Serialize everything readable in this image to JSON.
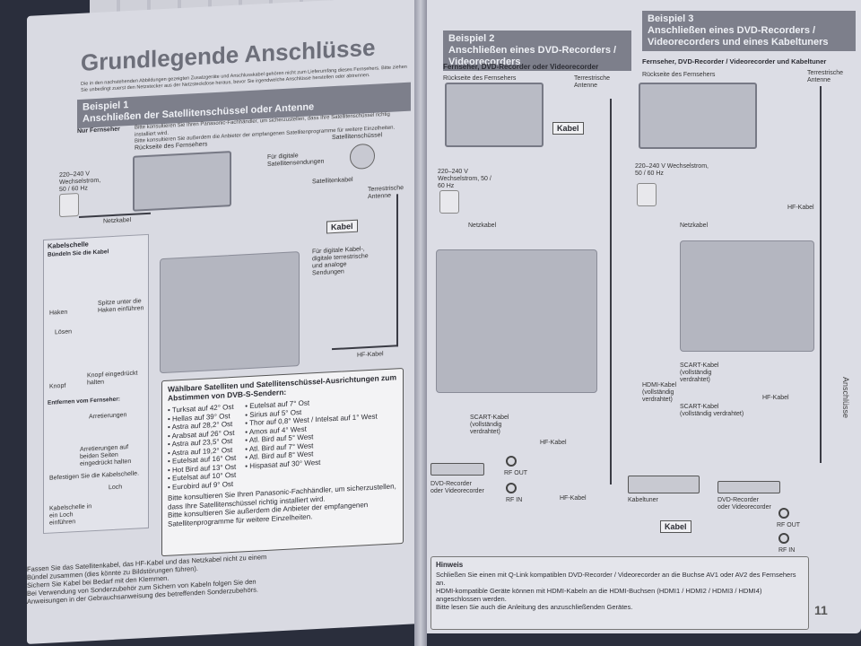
{
  "left_page": {
    "title": "Grundlegende Anschlüsse",
    "intro": "Die in den nachstehenden Abbildungen gezeigten Zusatzgeräte und Anschlusskabel gehören nicht zum Lieferumfang dieses Fernsehers. Bitte ziehen Sie unbedingt zuerst den Netzstecker aus der Netzsteckdose heraus, bevor Sie irgendwelche Anschlüsse herstellen oder abtrennen.",
    "example1": {
      "header_line1": "Beispiel 1",
      "header_line2": "Anschließen der Satellitenschüssel oder Antenne",
      "only_tv": "Nur Fernseher",
      "bullets": [
        "Bitte konsultieren Sie Ihren Panasonic-Fachhändler, um sicherzustellen, dass Ihre Satellitenschüssel richtig installiert wird.",
        "Bitte konsultieren Sie außerdem die Anbieter der empfangenen Satellitenprogramme für weitere Einzelheiten."
      ],
      "tv_back_label": "Rückseite des Fernsehers",
      "power_label": "220–240 V Wechselstrom, 50 / 60 Hz",
      "netzkabel": "Netzkabel",
      "satellite_dish": "Satellitenschüssel",
      "sat_note": "Für digitale Satellitensendungen",
      "satellite_cable": "Satellitenkabel",
      "terrestrial_antenna": "Terrestrische Antenne",
      "cable_box": "Kabel",
      "cable_note": "Für digitale Kabel-, digitale terrestrische und analoge Sendungen",
      "hf_cable": "HF-Kabel"
    },
    "cable_clamp": {
      "header": "Kabelschelle",
      "bundle": "Bündeln Sie die Kabel",
      "hook": "Haken",
      "tip": "Spitze unter die Haken einführen",
      "release": "Lösen",
      "knob": "Knopf",
      "knob_pressed": "Knopf eingedrückt halten",
      "remove_header": "Entfernen vom Fernseher:",
      "latches": "Arretierungen",
      "latches_pressed": "Arretierungen auf beiden Seiten eingedrückt halten",
      "fasten": "Befestigen Sie die Kabelschelle.",
      "hole": "Loch",
      "insert": "Kabelschelle in ein Loch einführen"
    },
    "satellites": {
      "heading": "Wählbare Satelliten und Satellitenschüssel-Ausrichtungen zum Abstimmen von DVB-S-Sendern:",
      "col1": [
        "Turksat auf 42° Ost",
        "Hellas auf 39° Ost",
        "Astra auf 28,2° Ost",
        "Arabsat auf 26° Ost",
        "Astra auf 23,5° Ost",
        "Astra auf 19,2° Ost",
        "Eutelsat auf 16° Ost",
        "Hot Bird auf 13° Ost",
        "Eutelsat auf 10° Ost",
        "Eurobird auf 9° Ost"
      ],
      "col2": [
        "Eutelsat auf 7° Ost",
        "Sirius auf 5° Ost",
        "Thor auf 0,8° West / Intelsat auf 1° West",
        "Amos auf 4° West",
        "Atl. Bird auf 5° West",
        "Atl. Bird auf 7° West",
        "Atl. Bird auf 8° West",
        "Hispasat auf 30° West"
      ],
      "note1": "Bitte konsultieren Sie Ihren Panasonic-Fachhändler, um sicherzustellen, dass Ihre Satellitenschüssel richtig installiert wird.",
      "note2": "Bitte konsultieren Sie außerdem die Anbieter der empfangenen Satellitenprogramme für weitere Einzelheiten."
    },
    "footnotes": [
      "Fassen Sie das Satellitenkabel, das HF-Kabel und das Netzkabel nicht zu einem Bündel zusammen (dies könnte zu Bildstörungen führen).",
      "Sichern Sie Kabel bei Bedarf mit den Klemmen.",
      "Bei Verwendung von Sonderzubehör zum Sichern von Kabeln folgen Sie den Anweisungen in der Gebrauchsanweisung des betreffenden Sonderzubehörs."
    ]
  },
  "right_page": {
    "example2": {
      "header_line1": "Beispiel 2",
      "header_line2": "Anschließen eines DVD-Recorders / Videorecorders",
      "subtitle": "Fernseher, DVD-Recorder oder Videorecorder",
      "tv_back_label": "Rückseite des Fernsehers",
      "terrestrial_antenna": "Terrestrische Antenne",
      "cable_box": "Kabel",
      "power_label": "220–240 V Wechselstrom, 50 / 60 Hz",
      "netzkabel": "Netzkabel",
      "scart_cable": "SCART-Kabel (vollständig verdrahtet)",
      "hf_cable": "HF-Kabel",
      "hf_cable2": "HF-Kabel",
      "recorder": "DVD-Recorder oder Videorecorder",
      "rf_out": "RF OUT",
      "rf_in": "RF IN"
    },
    "example3": {
      "header_line1": "Beispiel 3",
      "header_line2": "Anschließen eines DVD-Recorders / Videorecorders und eines Kabeltuners",
      "subtitle": "Fernseher, DVD-Recorder / Videorecorder und Kabeltuner",
      "tv_back_label": "Rückseite des Fernsehers",
      "terrestrial_antenna": "Terrestrische Antenne",
      "power_label": "220–240 V Wechselstrom, 50 / 60 Hz",
      "netzkabel": "Netzkabel",
      "hf_cable": "HF-Kabel",
      "scart_cable": "SCART-Kabel (vollständig verdrahtet)",
      "hdmi_cable": "HDMI-Kabel (vollständig verdrahtet)",
      "scart_cable2": "SCART-Kabel (vollständig verdrahtet)",
      "hf_cable2": "HF-Kabel",
      "cable_tuner": "Kabeltuner",
      "cable_box": "Kabel",
      "recorder": "DVD-Recorder oder Videorecorder",
      "rf_out": "RF OUT",
      "rf_in": "RF IN"
    },
    "hint": {
      "header": "Hinweis",
      "lines": [
        "Schließen Sie einen mit Q-Link kompatiblen DVD-Recorder / Videorecorder an die Buchse AV1 oder AV2 des Fernsehers an.",
        "HDMI-kompatible Geräte können mit HDMI-Kabeln an die HDMI-Buchsen (HDMI1 / HDMI2 / HDMI3 / HDMI4) angeschlossen werden.",
        "Bitte lesen Sie auch die Anleitung des anzuschließenden Gerätes."
      ]
    },
    "page_number": "11",
    "side_tab": "Anschlüsse"
  }
}
